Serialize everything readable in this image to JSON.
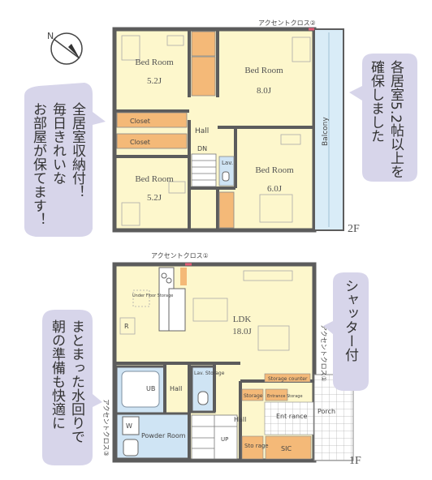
{
  "floor2": {
    "label": "2F",
    "accent_cross": "アクセントクロス②",
    "bed_nw": {
      "name": "Bed Room",
      "size": "5.2J"
    },
    "bed_ne": {
      "name": "Bed Room",
      "size": "8.0J"
    },
    "bed_sw": {
      "name": "Bed Room",
      "size": "5.2J"
    },
    "bed_se": {
      "name": "Bed Room",
      "size": "6.0J"
    },
    "closet": "Closet",
    "hall": "Hall",
    "dn": "DN",
    "lav": "Lav.",
    "balcony": "Balcony",
    "callout_left": [
      "全居室収納付！",
      "毎日きれいな",
      "お部屋が保てます！"
    ],
    "callout_right": [
      "各居室5.2帖以上を",
      "確保しました"
    ]
  },
  "floor1": {
    "label": "1F",
    "accent_cross_1": "アクセントクロス①",
    "accent_cross_1_right": "アクセントクロス①",
    "accent_cross_3": "アクセントクロス③",
    "ldk": {
      "name": "LDK",
      "size": "18.0J"
    },
    "under_floor": "Under Floor Storage",
    "fridge": "R",
    "ub": "UB",
    "hall_small": "Hall",
    "lav_storage": "Lav. Storage",
    "storage": "Storage",
    "storage_counter": "Storage counter",
    "entrance_storage": "Entrance Storage",
    "entrance": "Ent rance",
    "porch": "Porch",
    "washer": "W",
    "powder_room": "Powder Room",
    "hall": "Hall",
    "up": "UP",
    "sto_rage": "Sto rage",
    "sic": "SIC",
    "callout_right": [
      "シャッター付"
    ],
    "callout_left": [
      "まとまった水回りで",
      "朝の準備も快適に"
    ]
  },
  "colors": {
    "room_fill": "#fdf7cc",
    "wall": "#5c5c5c",
    "closet": "#f4b978",
    "bath": "#cfe4f4",
    "callout": "#d7d5ea",
    "balcony": "#d9ecf7",
    "accent": "#e05a74"
  }
}
